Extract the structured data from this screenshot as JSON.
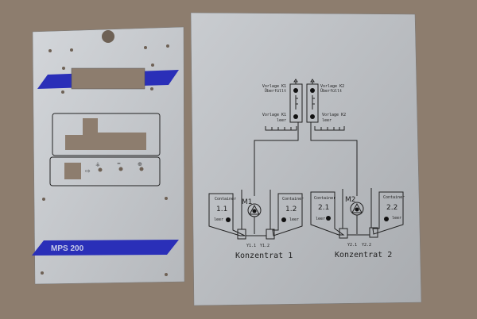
{
  "left_panel": {
    "brand_label": "MPS 200",
    "accent_color": "#2a2fb8",
    "icons": [
      "arrow-right-icon",
      "valve-icon",
      "level-icon",
      "enter-icon"
    ]
  },
  "right_panel": {
    "vorlage_k1_full": [
      "Vorlage K1",
      "Überfüllt"
    ],
    "vorlage_k2_full": [
      "Vorlage K2",
      "Überfüllt"
    ],
    "vorlage_k1_empty": [
      "Vorlage K1",
      "leer"
    ],
    "vorlage_k2_empty": [
      "Vorlage K2",
      "leer"
    ],
    "pumps": [
      "M1",
      "M2"
    ],
    "containers": [
      {
        "title": "Container",
        "number": "1.1",
        "status": "leer"
      },
      {
        "title": "Container",
        "number": "1.2",
        "status": "leer"
      },
      {
        "title": "Container",
        "number": "2.1",
        "status": "leer"
      },
      {
        "title": "Container",
        "number": "2.2",
        "status": "leer"
      }
    ],
    "valves": [
      "Y1.1",
      "Y1.2",
      "Y2.1",
      "Y2.2"
    ],
    "groups": [
      "Konzentrat 1",
      "Konzentrat 2"
    ]
  }
}
